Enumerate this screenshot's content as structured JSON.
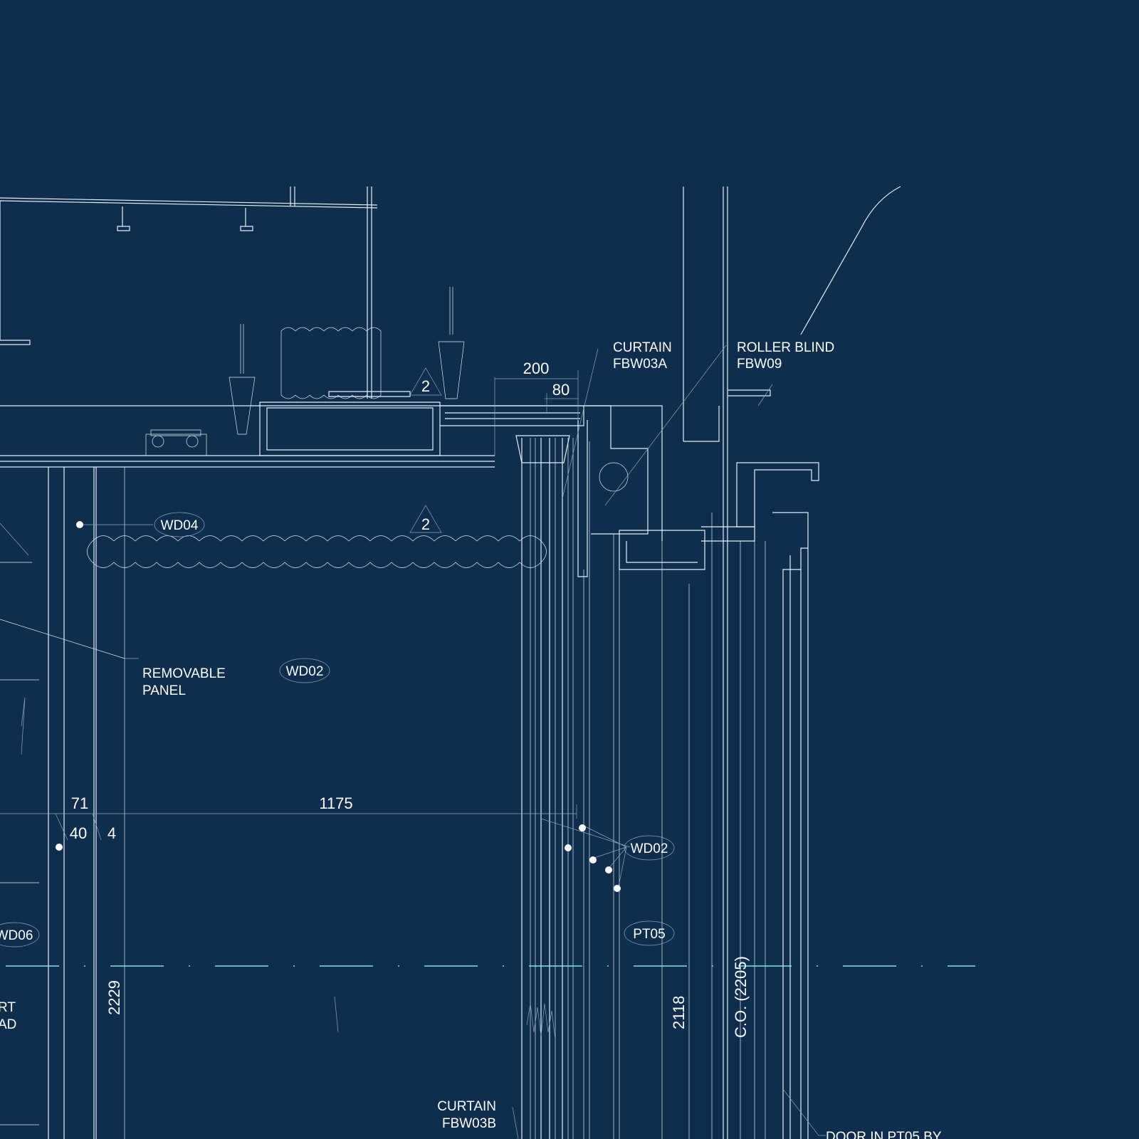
{
  "colors": {
    "background": "#0f2d4c",
    "linework": "#e8eef5",
    "centerline": "#7fe3e8"
  },
  "labels": {
    "curtain_a": [
      "CURTAIN",
      "FBW03A"
    ],
    "roller_blind": [
      "ROLLER BLIND",
      "FBW09"
    ],
    "removable_panel": [
      "REMOVABLE",
      "PANEL"
    ],
    "curtain_b": [
      "CURTAIN",
      "FBW03B"
    ],
    "door": "DOOR IN PT05 BY",
    "partial_left": [
      "RT",
      "AD"
    ]
  },
  "tags": {
    "wd04": "WD04",
    "wd02_upper": "WD02",
    "wd02_lower": "WD02",
    "pt05": "PT05",
    "wd06": "WD06"
  },
  "revisions": {
    "rev_top": "2",
    "rev_mid": "2"
  },
  "dimensions": {
    "d200": "200",
    "d80": "80",
    "d71": "71",
    "d40": "40",
    "d4": "4",
    "d1175": "1175",
    "d2229": "2229",
    "d2118": "2118",
    "co": "C.O. (2205)"
  }
}
